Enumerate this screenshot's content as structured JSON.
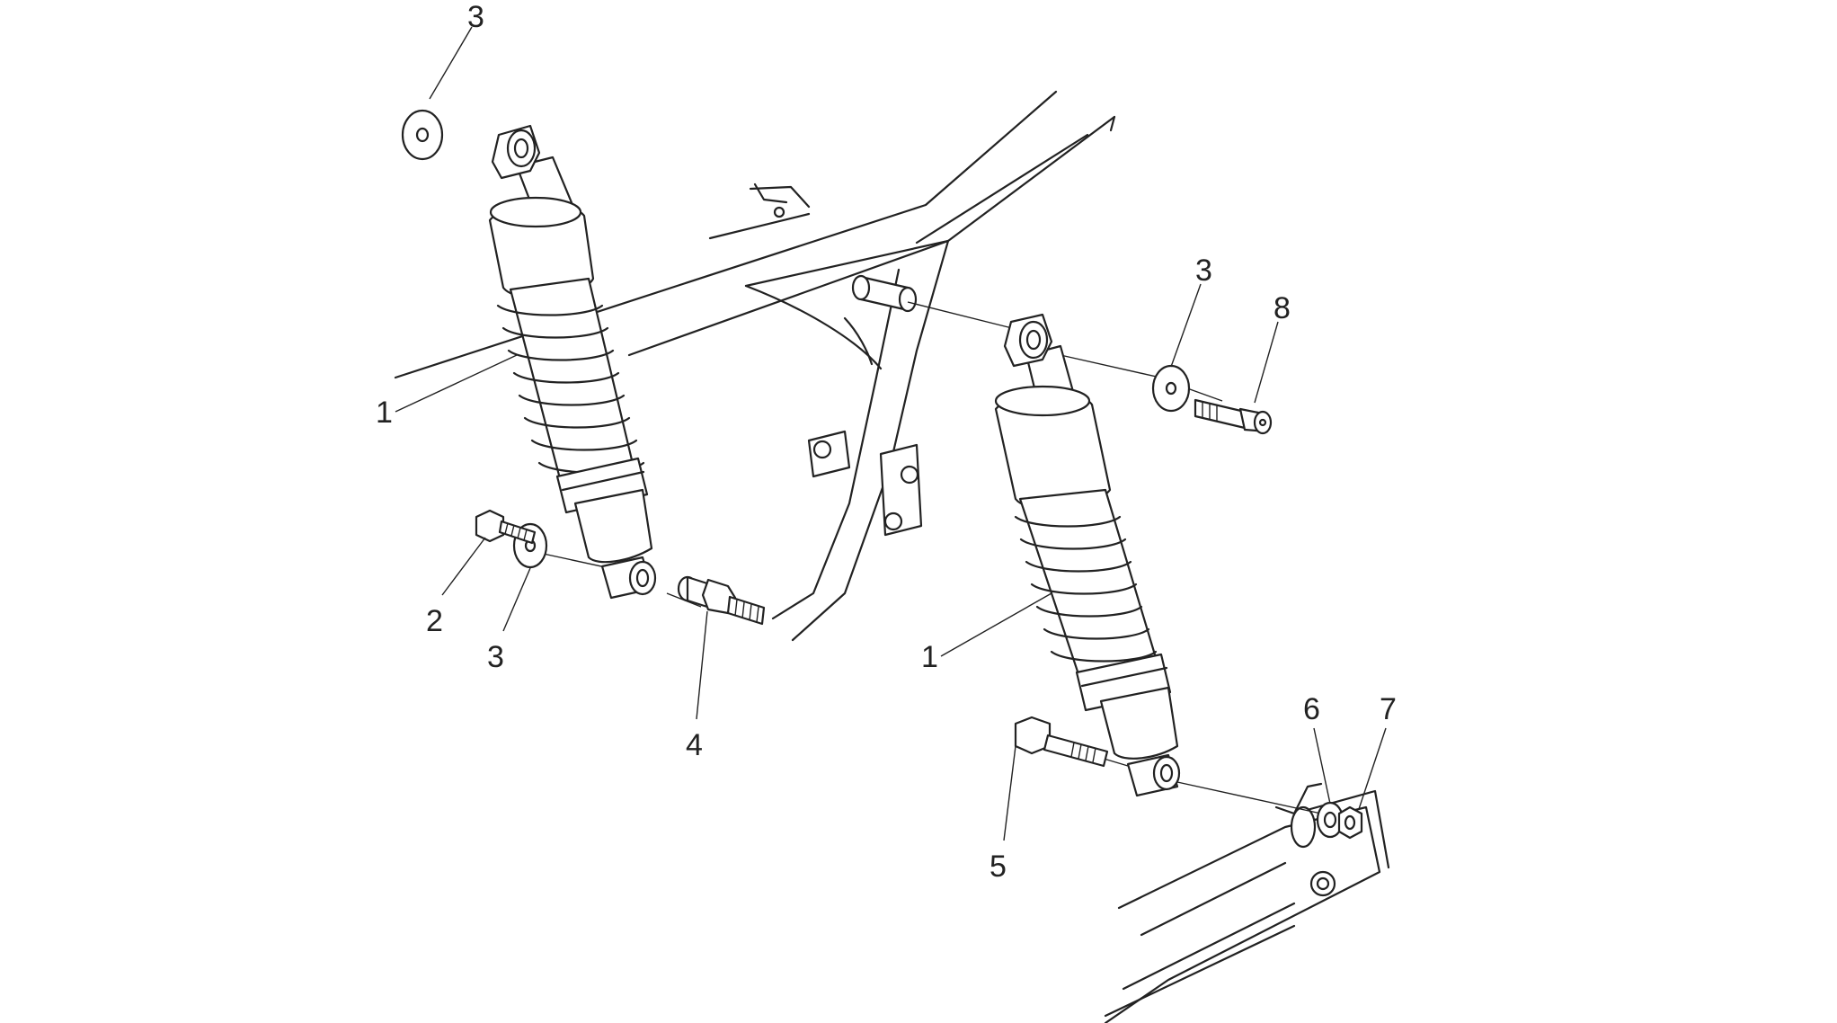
{
  "diagram": {
    "callouts": {
      "c1a": "1",
      "c1b": "1",
      "c2": "2",
      "c3a": "3",
      "c3b": "3",
      "c3c": "3",
      "c4": "4",
      "c5": "5",
      "c6": "6",
      "c7": "7",
      "c8": "8"
    }
  }
}
